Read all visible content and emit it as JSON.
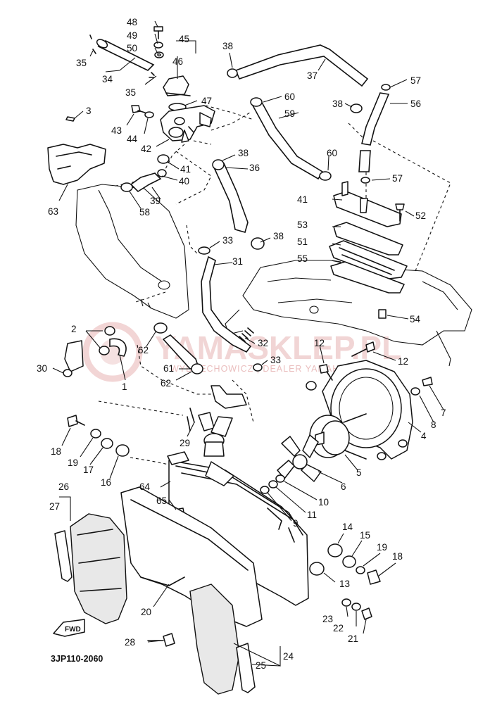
{
  "diagram": {
    "code": "3JP110-2060",
    "fwd_label": "FWD",
    "watermark": {
      "main": "YAMASKLEP.PL",
      "sub": "WYDRECHOWICZ | DEALER YAMAHA"
    },
    "callouts": [
      {
        "id": "c48",
        "label": "48"
      },
      {
        "id": "c49",
        "label": "49"
      },
      {
        "id": "c50",
        "label": "50"
      },
      {
        "id": "c45",
        "label": "45"
      },
      {
        "id": "c46",
        "label": "46"
      },
      {
        "id": "c35a",
        "label": "35"
      },
      {
        "id": "c34",
        "label": "34"
      },
      {
        "id": "c35b",
        "label": "35"
      },
      {
        "id": "c47",
        "label": "47"
      },
      {
        "id": "c38a",
        "label": "38"
      },
      {
        "id": "c37",
        "label": "37"
      },
      {
        "id": "c57a",
        "label": "57"
      },
      {
        "id": "c60a",
        "label": "60"
      },
      {
        "id": "c38b",
        "label": "38"
      },
      {
        "id": "c56",
        "label": "56"
      },
      {
        "id": "c59",
        "label": "59"
      },
      {
        "id": "c3",
        "label": "3"
      },
      {
        "id": "c43",
        "label": "43"
      },
      {
        "id": "c44",
        "label": "44"
      },
      {
        "id": "c42",
        "label": "42"
      },
      {
        "id": "c38c",
        "label": "38"
      },
      {
        "id": "c60b",
        "label": "60"
      },
      {
        "id": "c41a",
        "label": "41"
      },
      {
        "id": "c36",
        "label": "36"
      },
      {
        "id": "c57b",
        "label": "57"
      },
      {
        "id": "c40",
        "label": "40"
      },
      {
        "id": "c39",
        "label": "39"
      },
      {
        "id": "c41b",
        "label": "41"
      },
      {
        "id": "c52",
        "label": "52"
      },
      {
        "id": "c58",
        "label": "58"
      },
      {
        "id": "c63",
        "label": "63"
      },
      {
        "id": "c53",
        "label": "53"
      },
      {
        "id": "c33a",
        "label": "33"
      },
      {
        "id": "c38d",
        "label": "38"
      },
      {
        "id": "c51",
        "label": "51"
      },
      {
        "id": "c31",
        "label": "31"
      },
      {
        "id": "c55",
        "label": "55"
      },
      {
        "id": "c54",
        "label": "54"
      },
      {
        "id": "c2",
        "label": "2"
      },
      {
        "id": "c62a",
        "label": "62"
      },
      {
        "id": "c32",
        "label": "32"
      },
      {
        "id": "c12a",
        "label": "12"
      },
      {
        "id": "c12b",
        "label": "12"
      },
      {
        "id": "c30",
        "label": "30"
      },
      {
        "id": "c61",
        "label": "61"
      },
      {
        "id": "c33b",
        "label": "33"
      },
      {
        "id": "c1",
        "label": "1"
      },
      {
        "id": "c62b",
        "label": "62"
      },
      {
        "id": "c7",
        "label": "7"
      },
      {
        "id": "c8",
        "label": "8"
      },
      {
        "id": "c4",
        "label": "4"
      },
      {
        "id": "c29",
        "label": "29"
      },
      {
        "id": "c18a",
        "label": "18"
      },
      {
        "id": "c19a",
        "label": "19"
      },
      {
        "id": "c17",
        "label": "17"
      },
      {
        "id": "c16",
        "label": "16"
      },
      {
        "id": "c5",
        "label": "5"
      },
      {
        "id": "c64",
        "label": "64"
      },
      {
        "id": "c26",
        "label": "26"
      },
      {
        "id": "c6",
        "label": "6"
      },
      {
        "id": "c27",
        "label": "27"
      },
      {
        "id": "c65",
        "label": "65"
      },
      {
        "id": "c10",
        "label": "10"
      },
      {
        "id": "c11",
        "label": "11"
      },
      {
        "id": "c9",
        "label": "9"
      },
      {
        "id": "c14",
        "label": "14"
      },
      {
        "id": "c15",
        "label": "15"
      },
      {
        "id": "c19b",
        "label": "19"
      },
      {
        "id": "c18b",
        "label": "18"
      },
      {
        "id": "c13",
        "label": "13"
      },
      {
        "id": "c20",
        "label": "20"
      },
      {
        "id": "c23",
        "label": "23"
      },
      {
        "id": "c22",
        "label": "22"
      },
      {
        "id": "c21",
        "label": "21"
      },
      {
        "id": "c28",
        "label": "28"
      },
      {
        "id": "c24",
        "label": "24"
      },
      {
        "id": "c25",
        "label": "25"
      }
    ]
  }
}
